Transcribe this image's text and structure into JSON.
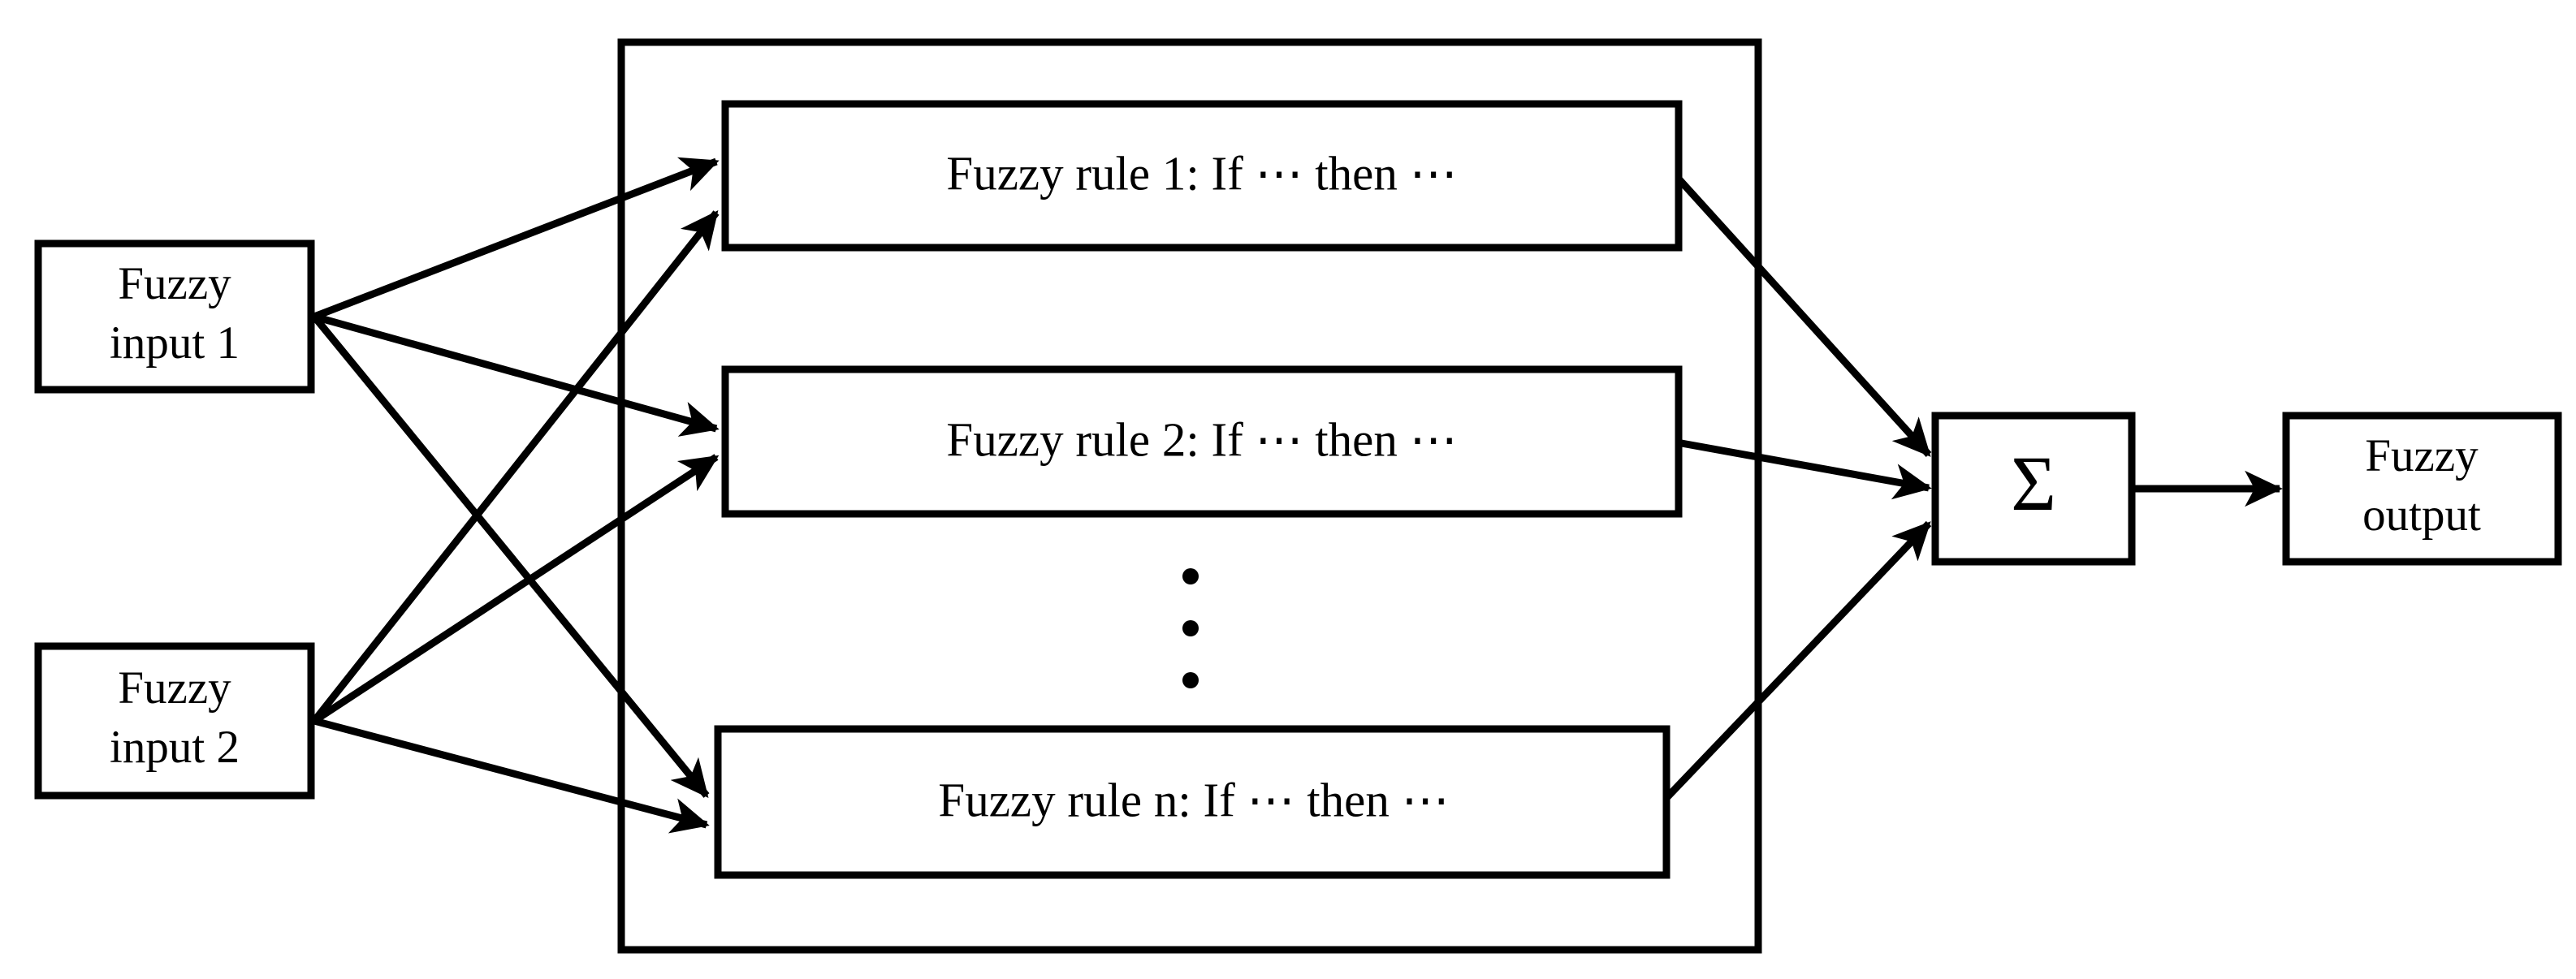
{
  "diagram": {
    "title": "Fuzzy inference system block diagram",
    "colors": {
      "stroke": "#000000",
      "background": "#ffffff",
      "text": "#000000"
    },
    "inputs": [
      {
        "id": "fuzzy-input-1",
        "line1": "Fuzzy",
        "line2": "input 1"
      },
      {
        "id": "fuzzy-input-2",
        "line1": "Fuzzy",
        "line2": "input 2"
      }
    ],
    "rules": [
      {
        "id": "fuzzy-rule-1",
        "label": "Fuzzy rule 1: If ⋯ then ⋯"
      },
      {
        "id": "fuzzy-rule-2",
        "label": "Fuzzy rule 2: If ⋯ then ⋯"
      },
      {
        "id": "fuzzy-rule-n",
        "label": "Fuzzy rule n: If ⋯ then ⋯"
      }
    ],
    "ellipsis": {
      "id": "vertical-ellipsis",
      "dot_count": 3
    },
    "aggregator": {
      "id": "summation-node",
      "symbol": "Σ"
    },
    "output": {
      "id": "fuzzy-output",
      "line1": "Fuzzy",
      "line2": "output"
    },
    "connections": {
      "input_to_rules": 6,
      "rules_to_sum": 3,
      "sum_to_output": 1
    }
  }
}
